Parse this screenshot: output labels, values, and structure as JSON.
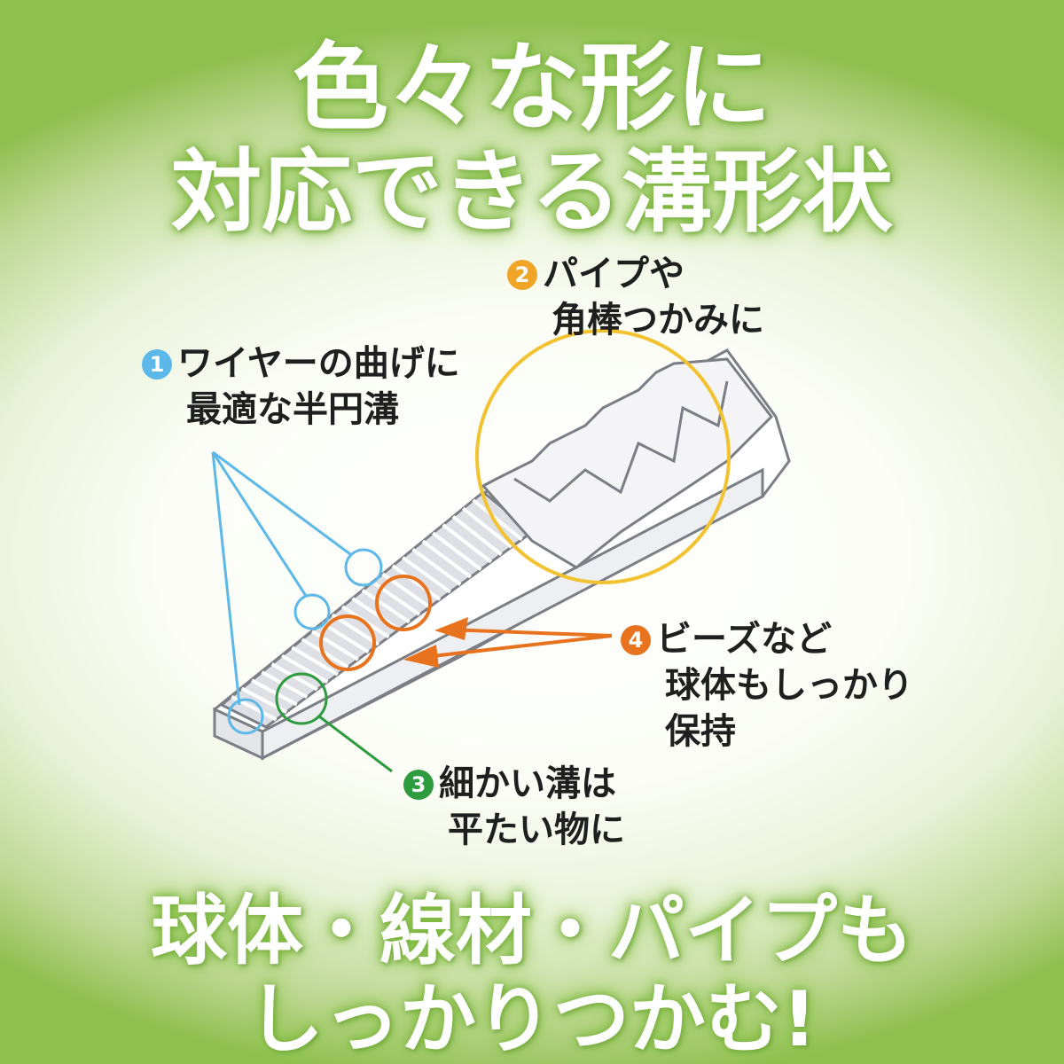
{
  "title": {
    "line1": "色々な形に",
    "line2": "対応できる溝形状"
  },
  "callouts": [
    {
      "number": "1",
      "color": "#5bb8e8",
      "line1": "ワイヤーの曲げに",
      "line2": "最適な半円溝"
    },
    {
      "number": "2",
      "color": "#f0a428",
      "line1": "パイプや",
      "line2": "角棒つかみに"
    },
    {
      "number": "3",
      "color": "#2e9b3e",
      "line1": "細かい溝は",
      "line2": "平たい物に"
    },
    {
      "number": "4",
      "color": "#e8731e",
      "line1": "ビーズなど",
      "line2": "球体もしっかり",
      "line3": "保持"
    }
  ],
  "bottom": {
    "line1": "球体・線材・パイプも",
    "line2": "しっかりつかむ!"
  },
  "icons": [
    "pliers-jaw-diagram"
  ]
}
